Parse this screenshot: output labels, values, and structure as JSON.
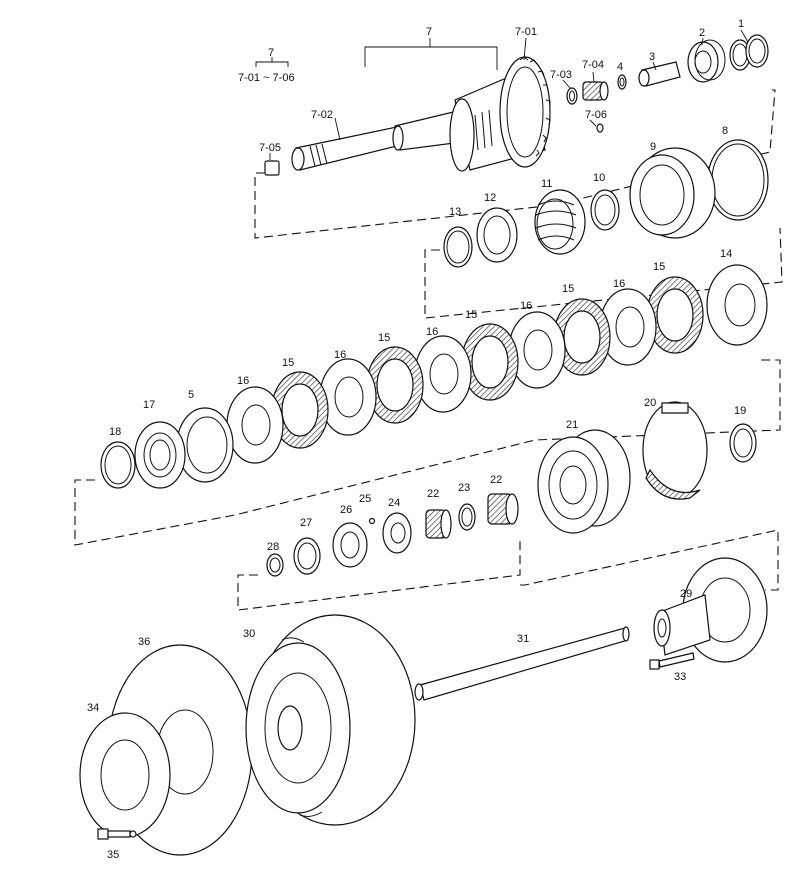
{
  "diagram": {
    "group_note": {
      "number": "7",
      "range": "7-01 ~ 7-06"
    },
    "labels": {
      "p1": "1",
      "p2": "2",
      "p3": "3",
      "p4": "4",
      "p7": "7",
      "p7_01": "7-01",
      "p7_02": "7-02",
      "p7_03": "7-03",
      "p7_04": "7-04",
      "p7_05": "7-05",
      "p7_06": "7-06",
      "p8": "8",
      "p9": "9",
      "p10": "10",
      "p11": "11",
      "p12": "12",
      "p13": "13",
      "p14": "14",
      "p15a": "15",
      "p15b": "15",
      "p15c": "15",
      "p15d": "15",
      "p15e": "15",
      "p16a": "16",
      "p16b": "16",
      "p16c": "16",
      "p16d": "16",
      "p16e": "16",
      "p5": "5",
      "p17": "17",
      "p18": "18",
      "p19": "19",
      "p20": "20",
      "p21": "21",
      "p22a": "22",
      "p22b": "22",
      "p23": "23",
      "p24": "24",
      "p25": "25",
      "p26": "26",
      "p27": "27",
      "p28": "28",
      "p29": "29",
      "p30": "30",
      "p31": "31",
      "p33": "33",
      "p34": "34",
      "p35": "35",
      "p36": "36"
    }
  }
}
